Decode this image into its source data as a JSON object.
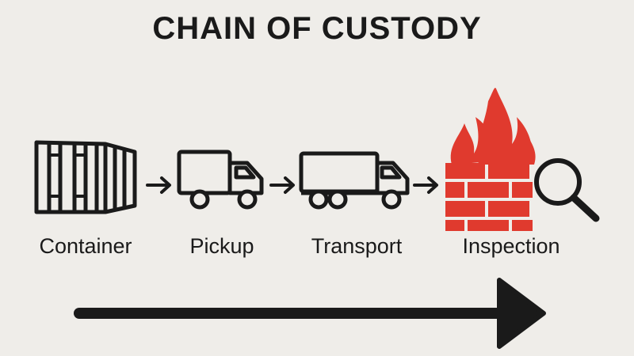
{
  "diagram": {
    "title": "CHAIN OF CUSTODY",
    "stages": [
      {
        "label": "Container",
        "icon": "shipping-container-icon"
      },
      {
        "label": "Pickup",
        "icon": "pickup-truck-icon"
      },
      {
        "label": "Transport",
        "icon": "transport-truck-icon"
      },
      {
        "label": "Inspection",
        "icon": "firewall-inspection-icon"
      }
    ],
    "colors": {
      "background": "#efede9",
      "ink": "#1a1a1a",
      "accent": "#e03a2e"
    }
  }
}
